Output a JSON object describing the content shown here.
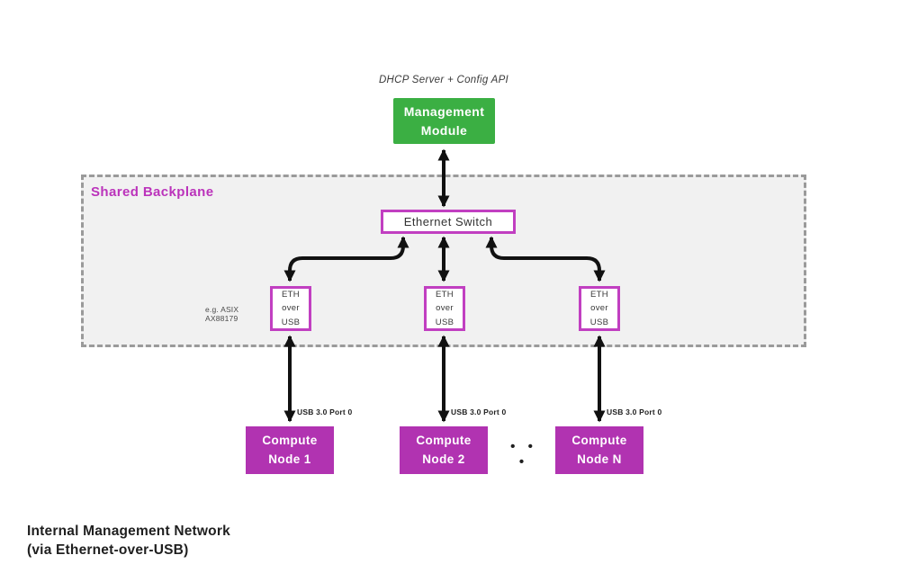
{
  "diagram": {
    "title_caption": {
      "line1": "Internal Management Network",
      "line2": "(via Ethernet-over-USB)"
    },
    "top_label": "DHCP Server + Config API",
    "management_module": {
      "label": "Management Module"
    },
    "backplane": {
      "label": "Shared Backplane"
    },
    "ethernet_switch": {
      "label": "Ethernet Switch"
    },
    "eth_adapters": [
      {
        "label": "ETH over USB"
      },
      {
        "label": "ETH over USB"
      },
      {
        "label": "ETH over USB"
      }
    ],
    "adapter_note": "e.g. ASIX AX88179",
    "usb_port_labels": [
      "USB 3.0 Port 0",
      "USB 3.0 Port 0",
      "USB 3.0 Port 0"
    ],
    "compute_nodes": [
      {
        "label": "Compute Node 1"
      },
      {
        "label": "Compute Node 2"
      },
      {
        "label": "Compute Node N"
      }
    ],
    "ellipsis": "• • •"
  },
  "colors": {
    "green": "#3BAF43",
    "purple": "#B133B1",
    "magenta-border": "#C13FC1",
    "magenta-text": "#BB33BB",
    "backplane-fill": "#F1F1F1",
    "backplane-border": "#9A9A9A",
    "arrow": "#111111",
    "text-dark": "#3A3A3A",
    "caption": "#1F1F1F"
  }
}
